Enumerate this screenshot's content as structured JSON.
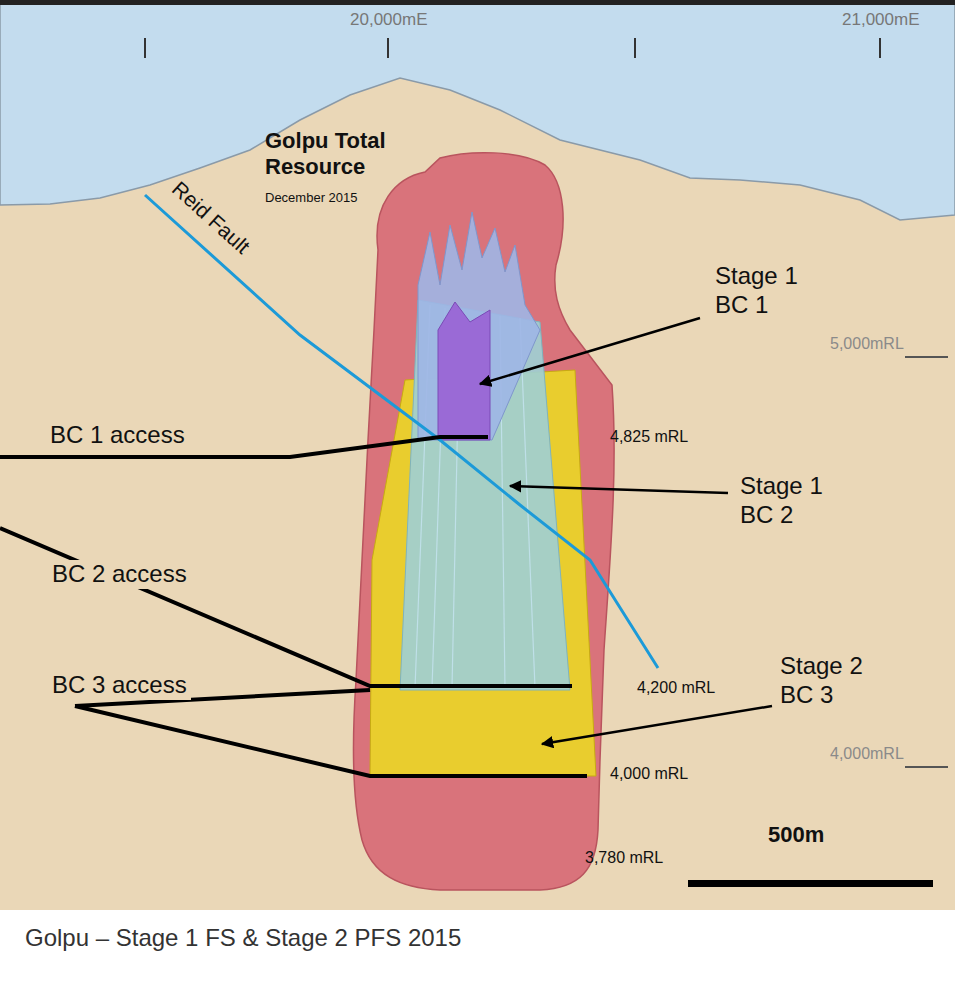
{
  "diagram": {
    "caption": "Golpu – Stage 1 FS & Stage 2 PFS 2015",
    "labels": [
      "20,000mE",
      "21,000mE",
      "Golpu Total Resource",
      "December 2015",
      "Reid Fault",
      "Stage 1 BC 1",
      "5,000mRL",
      "BC 1 access",
      "4,825 mRL",
      "Stage 1 BC 2",
      "BC 2 access",
      "BC 3 access",
      "4,200 mRL",
      "Stage 2 BC 3",
      "4,000mRL",
      "4,000 mRL",
      "3,780 mRL",
      "500m"
    ]
  }
}
